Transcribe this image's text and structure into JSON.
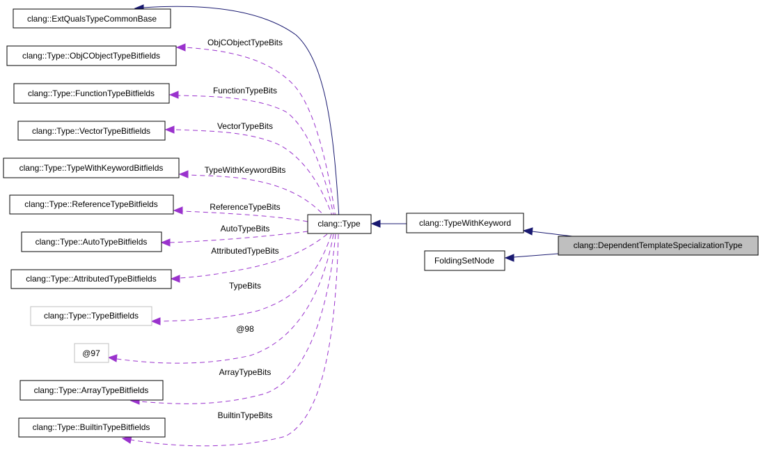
{
  "diagram": {
    "type": "collaboration-graph",
    "colors": {
      "inheritance_edge": "#191970",
      "usage_edge": "#9a32cd",
      "focus_fill": "#bfbfbf",
      "undocumented_border": "#bfbfbf"
    },
    "nodes": [
      {
        "id": "extquals",
        "label": "clang::ExtQualsTypeCommonBase",
        "style": "normal"
      },
      {
        "id": "objc",
        "label": "clang::Type::ObjCObjectTypeBitfields",
        "style": "normal"
      },
      {
        "id": "function",
        "label": "clang::Type::FunctionTypeBitfields",
        "style": "normal"
      },
      {
        "id": "vector",
        "label": "clang::Type::VectorTypeBitfields",
        "style": "normal"
      },
      {
        "id": "typewithkw_bf",
        "label": "clang::Type::TypeWithKeywordBitfields",
        "style": "normal"
      },
      {
        "id": "reference",
        "label": "clang::Type::ReferenceTypeBitfields",
        "style": "normal"
      },
      {
        "id": "auto",
        "label": "clang::Type::AutoTypeBitfields",
        "style": "normal"
      },
      {
        "id": "attributed",
        "label": "clang::Type::AttributedTypeBitfields",
        "style": "normal"
      },
      {
        "id": "typebf",
        "label": "clang::Type::TypeBitfields",
        "style": "undocumented"
      },
      {
        "id": "at97",
        "label": "@97",
        "style": "undocumented"
      },
      {
        "id": "array",
        "label": "clang::Type::ArrayTypeBitfields",
        "style": "normal"
      },
      {
        "id": "builtin",
        "label": "clang::Type::BuiltinTypeBitfields",
        "style": "normal"
      },
      {
        "id": "type",
        "label": "clang::Type",
        "style": "normal"
      },
      {
        "id": "typewithkw",
        "label": "clang::TypeWithKeyword",
        "style": "normal"
      },
      {
        "id": "foldingset",
        "label": "FoldingSetNode",
        "style": "normal"
      },
      {
        "id": "dtst",
        "label": "clang::DependentTemplateSpecializationType",
        "style": "focus"
      }
    ],
    "edges": [
      {
        "from": "type",
        "to": "extquals",
        "kind": "inheritance",
        "label": ""
      },
      {
        "from": "type",
        "to": "objc",
        "kind": "usage",
        "label": "ObjCObjectTypeBits"
      },
      {
        "from": "type",
        "to": "function",
        "kind": "usage",
        "label": "FunctionTypeBits"
      },
      {
        "from": "type",
        "to": "vector",
        "kind": "usage",
        "label": "VectorTypeBits"
      },
      {
        "from": "type",
        "to": "typewithkw_bf",
        "kind": "usage",
        "label": "TypeWithKeywordBits"
      },
      {
        "from": "type",
        "to": "reference",
        "kind": "usage",
        "label": "ReferenceTypeBits"
      },
      {
        "from": "type",
        "to": "auto",
        "kind": "usage",
        "label": "AutoTypeBits"
      },
      {
        "from": "type",
        "to": "attributed",
        "kind": "usage",
        "label": "AttributedTypeBits"
      },
      {
        "from": "type",
        "to": "typebf",
        "kind": "usage",
        "label": "TypeBits"
      },
      {
        "from": "type",
        "to": "at97",
        "kind": "usage",
        "label": "@98"
      },
      {
        "from": "type",
        "to": "array",
        "kind": "usage",
        "label": "ArrayTypeBits"
      },
      {
        "from": "type",
        "to": "builtin",
        "kind": "usage",
        "label": "BuiltinTypeBits"
      },
      {
        "from": "typewithkw",
        "to": "type",
        "kind": "inheritance",
        "label": ""
      },
      {
        "from": "dtst",
        "to": "typewithkw",
        "kind": "inheritance",
        "label": ""
      },
      {
        "from": "dtst",
        "to": "foldingset",
        "kind": "inheritance",
        "label": ""
      }
    ]
  }
}
